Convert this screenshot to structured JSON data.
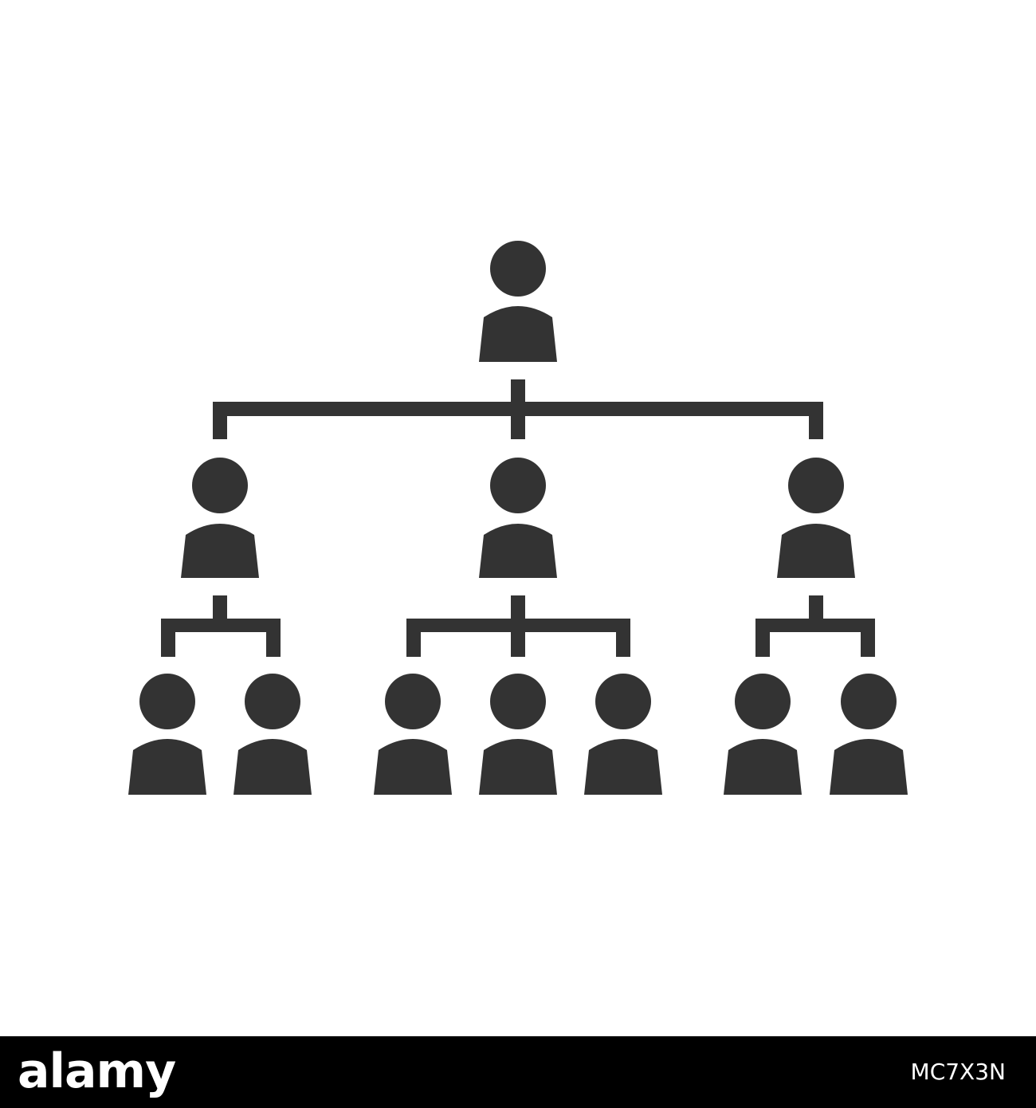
{
  "diagram": {
    "ink_color": "#333333",
    "background_color": "#ffffff",
    "icon": "org-chart-hierarchy-icon",
    "levels": [
      {
        "level": 1,
        "people": 1
      },
      {
        "level": 2,
        "people": 3
      },
      {
        "level": 3,
        "groups": [
          2,
          3,
          2
        ]
      }
    ]
  },
  "footer": {
    "background_color": "#000000",
    "text_color": "#ffffff",
    "logo": "alamy",
    "image_id": "MC7X3N"
  }
}
